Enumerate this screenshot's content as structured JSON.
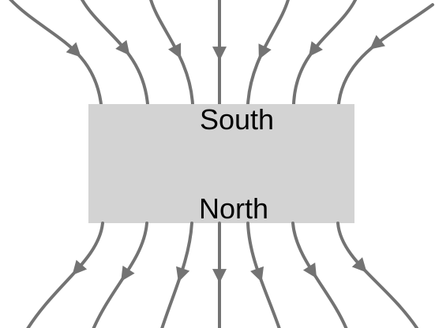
{
  "diagram": {
    "magnet": {
      "top_pole_label": "South",
      "bottom_pole_label": "North",
      "fill_color": "#d3d3d3"
    },
    "field_lines": {
      "color": "#737373",
      "count_per_side": 7,
      "arrow_direction": "downward"
    },
    "background_color": "#ffffff"
  }
}
